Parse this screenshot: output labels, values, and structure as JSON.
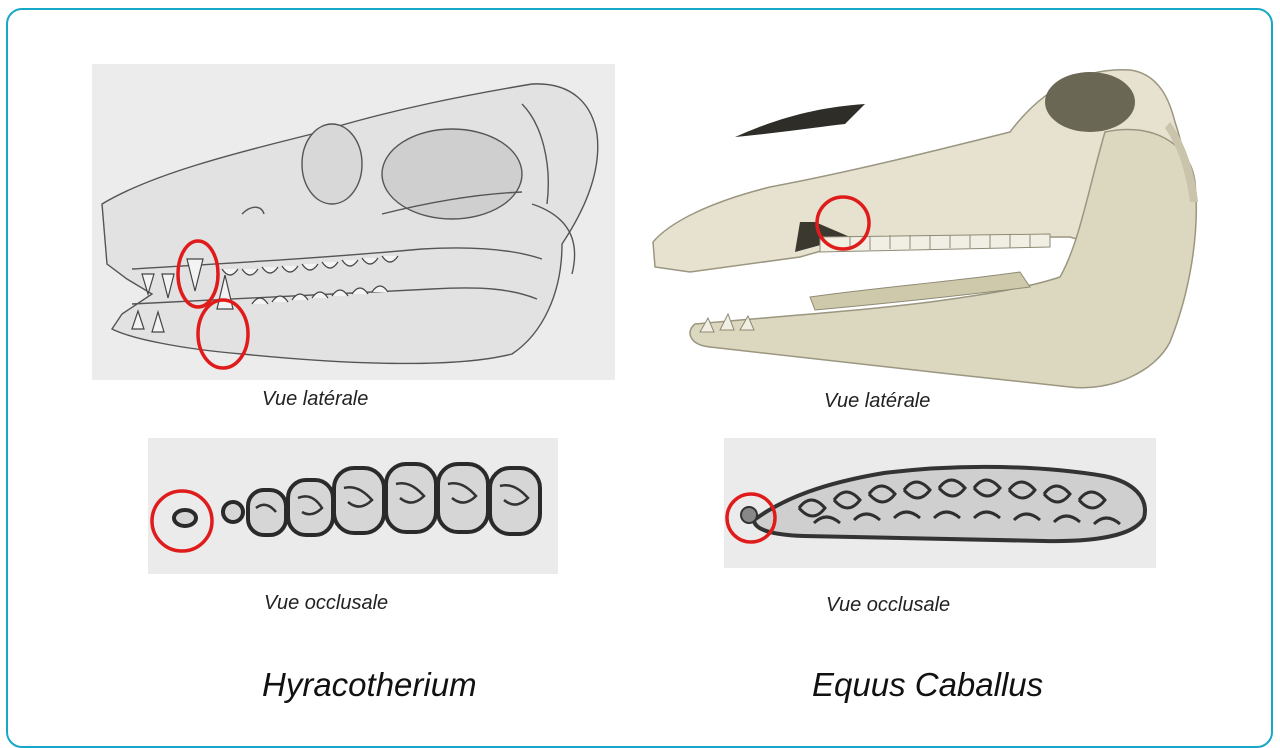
{
  "figure": {
    "left_species": {
      "name": "Hyracotherium",
      "lateral_caption": "Vue latérale",
      "occlusal_caption": "Vue occlusale"
    },
    "right_species": {
      "name": "Equus Caballus",
      "lateral_caption": "Vue latérale",
      "occlusal_caption": "Vue occlusale"
    },
    "colors": {
      "frame_border": "#17a7c7",
      "highlight_circle": "#e01b1b",
      "sketch_background": "#ececec",
      "bone": "#e6e2cf"
    }
  }
}
